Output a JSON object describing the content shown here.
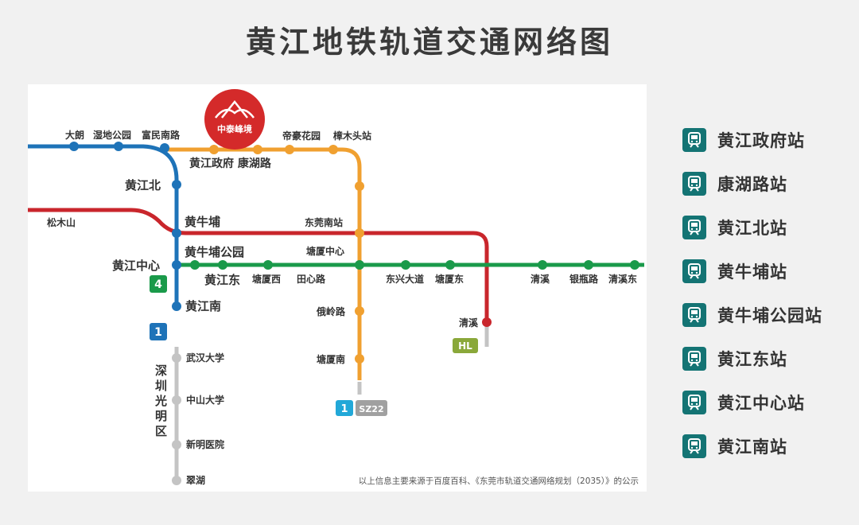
{
  "title": "黄江地铁轨道交通网络图",
  "colors": {
    "line_blue": "#1e73b8",
    "line_orange": "#f0a030",
    "line_red": "#c9262c",
    "line_green": "#1a9a4a",
    "line_grey": "#c4c4c4",
    "legend_icon": "#147474",
    "logo_red": "#d42a2a"
  },
  "logo": {
    "text": "中泰峰境",
    "icon": "mountain-wings-logo"
  },
  "map": {
    "stations": {
      "dalang": "大朗",
      "shidi": "湿地公园",
      "fumin": "富民南路",
      "zhengfu_kanghu": "黄江政府 康湖路",
      "dihao": "帝豪花园",
      "zhangmutou": "樟木头站",
      "huangjiang_bei": "黄江北",
      "songmushan": "松木山",
      "huangniupu": "黄牛埔",
      "dongguan_nan": "东莞南站",
      "huangniupu_park": "黄牛埔公园",
      "tangxia_center": "塘厦中心",
      "huangjiang_center": "黄江中心",
      "huangjiang_dong": "黄江东",
      "tangxia_xi": "塘厦西",
      "tianxin": "田心路",
      "dongxing": "东兴大道",
      "tangxia_dong": "塘厦东",
      "qingxi_green": "清溪",
      "yinping": "银瓶路",
      "qingxi_dong": "清溪东",
      "huangjiang_nan": "黄江南",
      "eling": "俄岭路",
      "qingxi_red": "清溪",
      "tangxia_nan": "塘厦南",
      "wuhan_univ": "武汉大学",
      "zhongshan_univ": "中山大学",
      "xinming": "新明医院",
      "cuihu": "翠湖",
      "shenzhen_guangming": [
        "深",
        "圳",
        "光",
        "明",
        "区"
      ]
    },
    "badges": {
      "green4": "4",
      "blue1": "1",
      "hl": "HL",
      "cyan1": "1",
      "sz22": "SZ22"
    },
    "source_note": "以上信息主要来源于百度百科、《东莞市轨道交通网络规划（2035）》的公示"
  },
  "legend": {
    "icon": "metro-train-icon",
    "items": [
      "黄江政府站",
      "康湖路站",
      "黄江北站",
      "黄牛埔站",
      "黄牛埔公园站",
      "黄江东站",
      "黄江中心站",
      "黄江南站"
    ]
  }
}
